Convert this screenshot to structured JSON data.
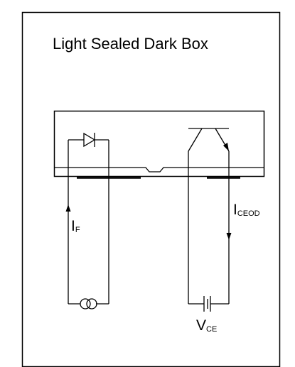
{
  "title": "Light Sealed Dark Box",
  "labels": {
    "if_main": "I",
    "if_sub": "F",
    "iceod_main": "I",
    "iceod_sub": "CEOD",
    "vce_main": "V",
    "vce_sub": "CE"
  },
  "colors": {
    "stroke": "#000000",
    "background": "#ffffff"
  }
}
